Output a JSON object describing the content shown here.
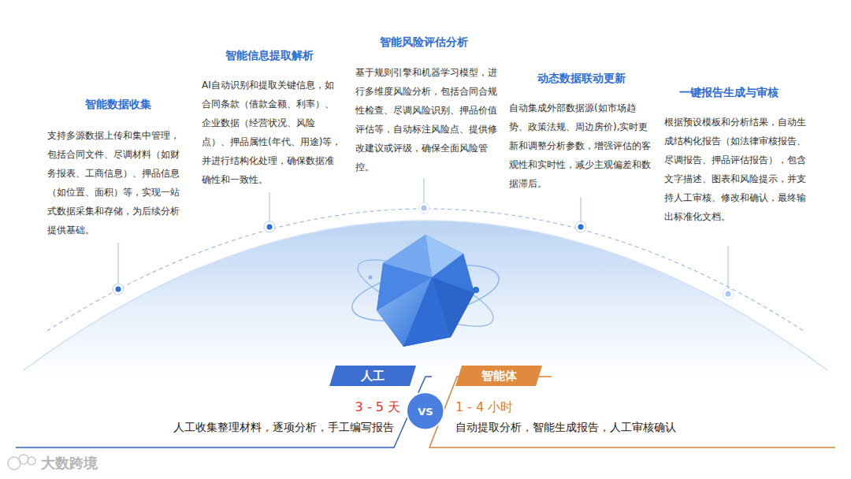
{
  "diagram": {
    "nodes": [
      {
        "text": [
          "人工"
        ]
      },
      {
        "text": [
          "智能体"
        ]
      },
      {
        "text": [
          "VS"
        ]
      }
    ],
    "labels": [
      "智能数据收集",
      "支持多源数据上传和集中管理，包括合同文件、尽调材料（如财务报表、工商信息）、押品信息（如位置、面积）等，实现一站式数据采集和存储，为后续分析提供基础。",
      "智能信息提取解析",
      "AI自动识别和提取关键信息，如合同条款（借款金额、利率）、企业数据（经营状况、风险点）、押品属性(年代、用途)等，并进行结构化处理，确保数据准确性和一致性。",
      "智能风险评估分析",
      "基于规则引擎和机器学习模型，进行多维度风险分析，包括合同合规性检查、尽调风险识别、押品价值评估等，自动标注风险点、提供修改建议或评级，确保全面风险管控。",
      "动态数据联动更新",
      "自动集成外部数据源(如市场趋势、政策法规、周边房价),实时更新和调整分析参数，增强评估的客观性和实时性，减少主观偏差和数据滞后。",
      "一键报告生成与审核",
      "根据预设模板和分析结果，自动生成结构化报告（如法律审核报告、尽调报告、押品评估报告），包含文字描述、图表和风险提示，并支持人工审核、修改和确认，最终输出标准化文档。",
      "3 - 5 天",
      "人工收集整理材料，逐项分析，手工编写报告",
      "1 - 4 小时",
      "自动提取分析，智能生成报告，人工审核确认",
      "大数跨境"
    ]
  }
}
